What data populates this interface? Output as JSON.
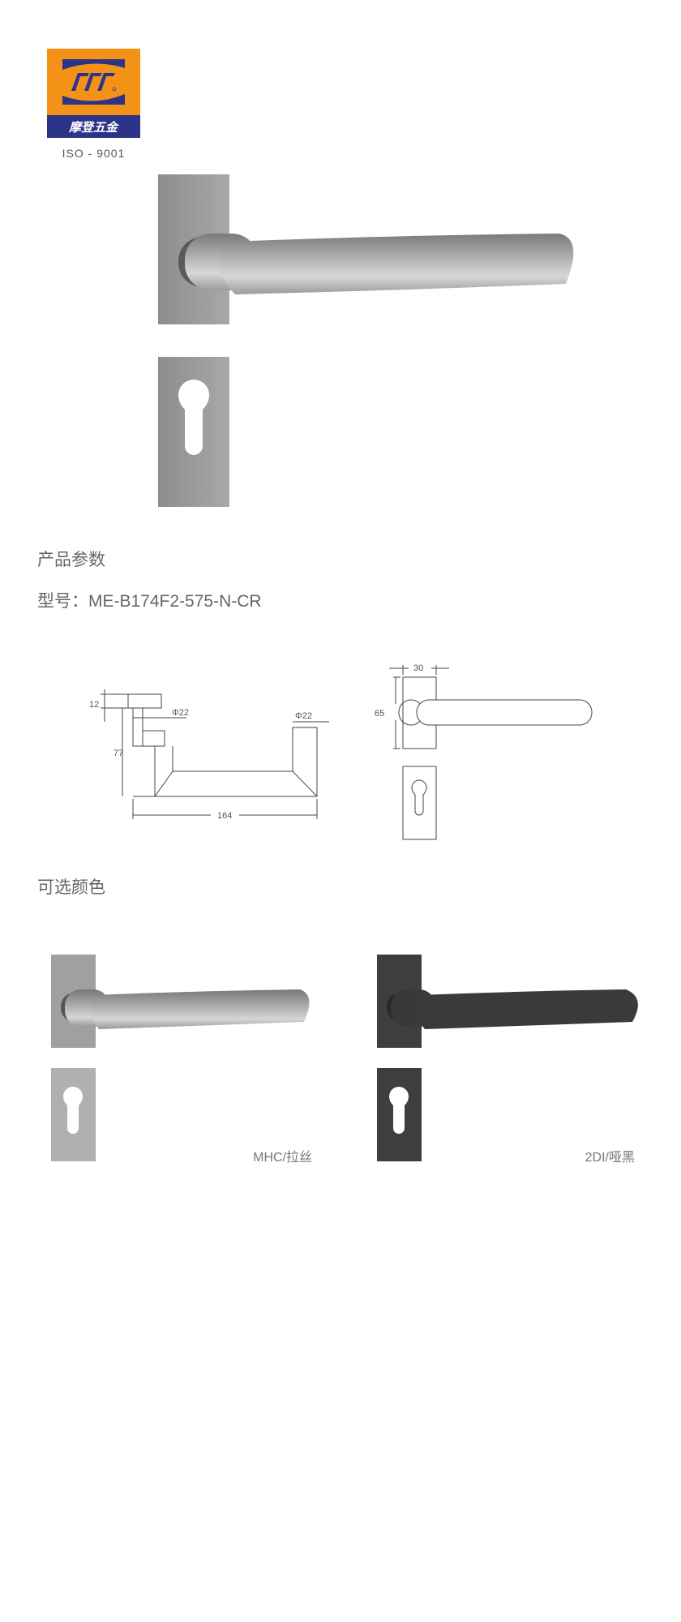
{
  "logo": {
    "brand_text": "摩登五金",
    "cert": "ISO - 9001",
    "colors": {
      "orange": "#f39217",
      "blue": "#2b3487"
    }
  },
  "section_params": {
    "title": "产品参数",
    "model_label": "型号：",
    "model_value": "ME-B174F2-575-N-CR"
  },
  "drawing": {
    "dim_height_top": "12",
    "dim_dia_1": "Φ22",
    "dim_dia_2": "Φ22",
    "dim_height": "77",
    "dim_length": "164",
    "dim_width": "30",
    "dim_rose_height": "65"
  },
  "section_colors": {
    "title": "可选颜色",
    "options": [
      {
        "label": "MHC/拉丝",
        "color": "#b9b9b9"
      },
      {
        "label": "2DI/哑黑",
        "color": "#3d3d3d"
      }
    ]
  }
}
